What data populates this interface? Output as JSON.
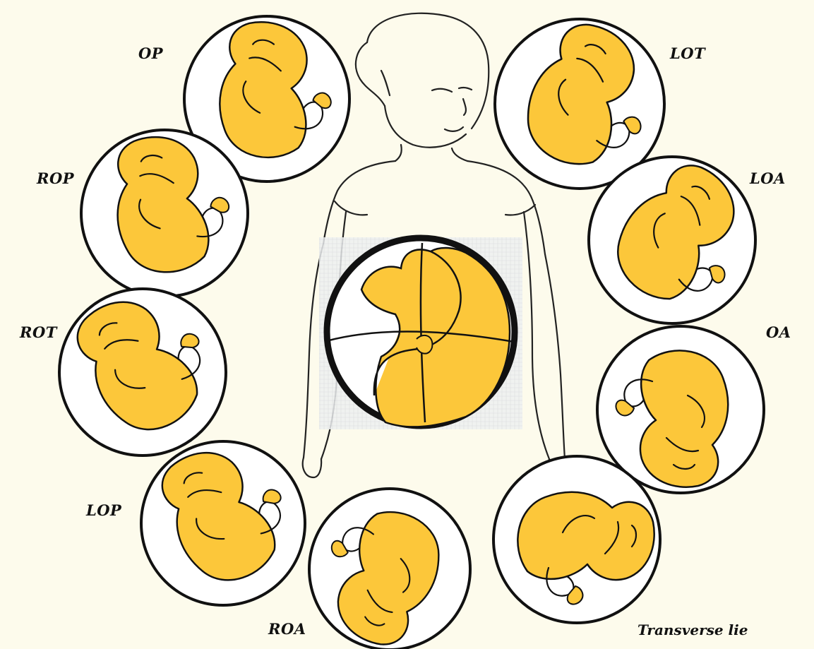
{
  "diagram": {
    "positions": [
      {
        "id": "op",
        "label": "OP"
      },
      {
        "id": "lot",
        "label": "LOT"
      },
      {
        "id": "rop",
        "label": "ROP"
      },
      {
        "id": "loa",
        "label": "LOA"
      },
      {
        "id": "rot",
        "label": "ROT"
      },
      {
        "id": "oa",
        "label": "OA"
      },
      {
        "id": "lop",
        "label": "LOP"
      },
      {
        "id": "roa",
        "label": "ROA"
      },
      {
        "id": "transverse",
        "label": "Transverse lie"
      }
    ],
    "colors": {
      "background": "#fdfbec",
      "fetus_fill": "#fcc73a",
      "outline": "#111111",
      "circle_fill": "#ffffff"
    }
  }
}
